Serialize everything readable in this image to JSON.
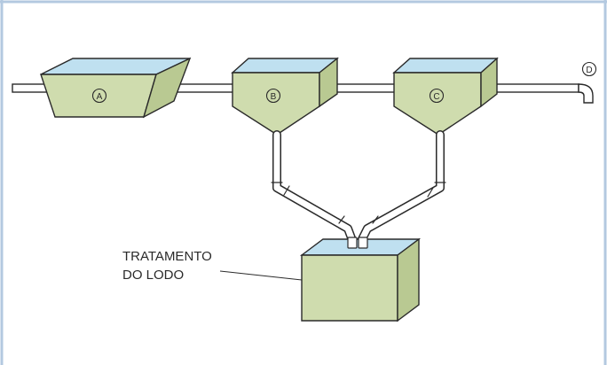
{
  "diagram": {
    "tanks": [
      {
        "id": "A",
        "label": "Ⓐ"
      },
      {
        "id": "B",
        "label": "Ⓑ"
      },
      {
        "id": "C",
        "label": "Ⓒ"
      }
    ],
    "outlet": {
      "id": "D",
      "label": "Ⓓ"
    },
    "sludge_tank": {
      "label_line1": "TRATAMENTO",
      "label_line2": "DO LODO"
    }
  },
  "colors": {
    "border": "#b3c9e0",
    "tank_fill": "#cfdcae",
    "tank_fill_dark": "#b9c992",
    "water": "#bfe0f0",
    "stroke": "#2a2a2a",
    "pipe_fill": "#ffffff"
  }
}
